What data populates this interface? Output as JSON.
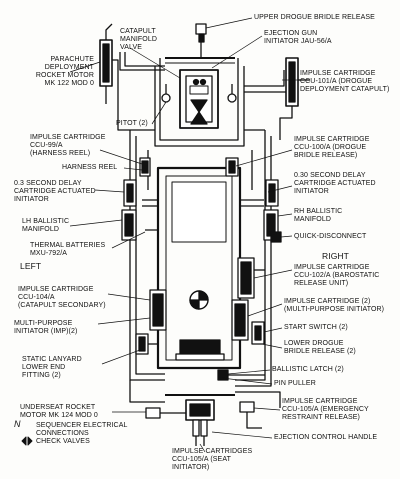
{
  "side_labels": {
    "left": "LEFT",
    "right": "RIGHT"
  },
  "labels": {
    "upper_drogue_bridle_release": "UPPER DROGUE BRIDLE RELEASE",
    "ejection_gun_initiator": "EJECTION GUN\nINITIATOR JAU-56/A",
    "catapult_manifold_valve": "CATAPULT\nMANIFOLD\nVALVE",
    "parachute_deployment_rocket_motor": "PARACHUTE\nDEPLOYMENT\nROCKET MOTOR\nMK 122 MOD 0",
    "impulse_cartridge_ccu101": "IMPULSE CARTRIDGE\nCCU-101/A (DROGUE\nDEPLOYMENT CATAPULT)",
    "pitot": "PITOT (2)",
    "impulse_cartridge_ccu99": "IMPULSE CARTRIDGE\nCCU-99/A\n(HARNESS REEL)",
    "impulse_cartridge_ccu100": "IMPULSE CARTRIDGE\nCCU-100/A (DROGUE\nBRIDLE RELEASE)",
    "harness_reel": "HARNESS REEL",
    "delay_initiator_left": "0.3 SECOND DELAY\nCARTRIDGE ACTUATED\nINITIATOR",
    "delay_initiator_right": "0.30 SECOND DELAY\nCARTRIDGE ACTUATED\nINITIATOR",
    "lh_ballistic_manifold": "LH BALLISTIC\nMANIFOLD",
    "rh_ballistic_manifold": "RH BALLISTIC\nMANIFOLD",
    "thermal_batteries": "THERMAL BATTERIES\nMXU-792/A",
    "quick_disconnect": "QUICK-DISCONNECT",
    "impulse_cartridge_ccu102": "IMPULSE CARTRIDGE\nCCU-102/A (BAROSTATIC\nRELEASE UNIT)",
    "impulse_cartridge_ccu104": "IMPULSE CARTRIDGE\nCCU-104/A\n(CATAPULT SECONDARY)",
    "impulse_cartridge_2": "IMPULSE CARTRIDGE (2)\n(MULTI-PURPOSE INITIATOR)",
    "multi_purpose_initiator": "MULTI-PURPOSE\nINITIATOR (IMP)(2)",
    "start_switch": "START SWITCH (2)",
    "lower_drogue_bridle_release": "LOWER DROGUE\nBRIDLE RELEASE (2)",
    "static_lanyard": "STATIC LANYARD\nLOWER END\nFITTING (2)",
    "ballistic_latch": "BALLISTIC LATCH (2)",
    "pin_puller": "PIN PULLER",
    "underseat_rocket_motor": "UNDERSEAT ROCKET\nMOTOR MK 124 MOD 0",
    "impulse_cartridge_ccu105": "IMPULSE CARTRIDGE\nCCU-105/A (EMERGENCY\nRESTRAINT RELEASE)",
    "sequencer_connections": "SEQUENCER ELECTRICAL\nCONNECTIONS",
    "ejection_control_handle": "EJECTION CONTROL HANDLE",
    "check_valves": "CHECK VALVES",
    "impulse_cartridges_seat_initiator": "IMPULSE CARTRIDGES\nCCU-105/A (SEAT\nINITIATOR)"
  },
  "legend": {
    "sequencer_symbol": "N",
    "check_valve_symbol": "◁▷"
  }
}
